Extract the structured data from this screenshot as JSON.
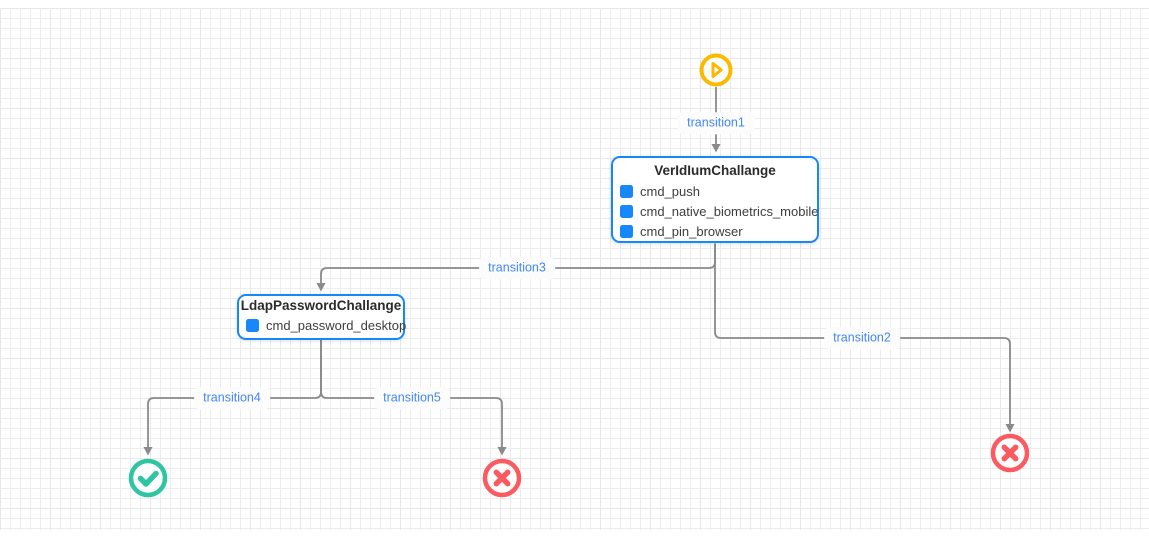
{
  "canvas": {
    "kind": "workflow-editor-grid-canvas"
  },
  "colors": {
    "canvas-bg": "#ffffff",
    "grid-line": "#ededed",
    "grid-line-major": "#e8e8eb",
    "edge": "#8a8a8a",
    "label-text": "#4287f5",
    "label-bg": "#fcfcfd",
    "node-border": "#1788fb",
    "node-bg": "#ffffff",
    "node-title": "#2b2b2b",
    "node-text": "#3d3d3d",
    "command-icon": "#1788fb",
    "start": "#fbba00",
    "success": "#2ec5a2",
    "error": "#fb5a61"
  },
  "nodes": {
    "start": {
      "kind": "start"
    },
    "veridiumChallange": {
      "title": "VerIdIumChallange",
      "commands": [
        "cmd_push",
        "cmd_native_biometrics_mobile",
        "cmd_pin_browser"
      ]
    },
    "ldapPasswordChallange": {
      "title": "LdapPasswordChallange",
      "commands": [
        "cmd_password_desktop"
      ]
    },
    "success": {
      "kind": "success-end"
    },
    "failLeft": {
      "kind": "error-end"
    },
    "failRight": {
      "kind": "error-end"
    }
  },
  "edges": {
    "transition1": {
      "label": "transition1",
      "from": "start",
      "to": "veridiumChallange"
    },
    "transition2": {
      "label": "transition2",
      "from": "veridiumChallange",
      "to": "failRight"
    },
    "transition3": {
      "label": "transition3",
      "from": "veridiumChallange",
      "to": "ldapPasswordChallange"
    },
    "transition4": {
      "label": "transition4",
      "from": "ldapPasswordChallange",
      "to": "success"
    },
    "transition5": {
      "label": "transition5",
      "from": "ldapPasswordChallange",
      "to": "failLeft"
    }
  }
}
